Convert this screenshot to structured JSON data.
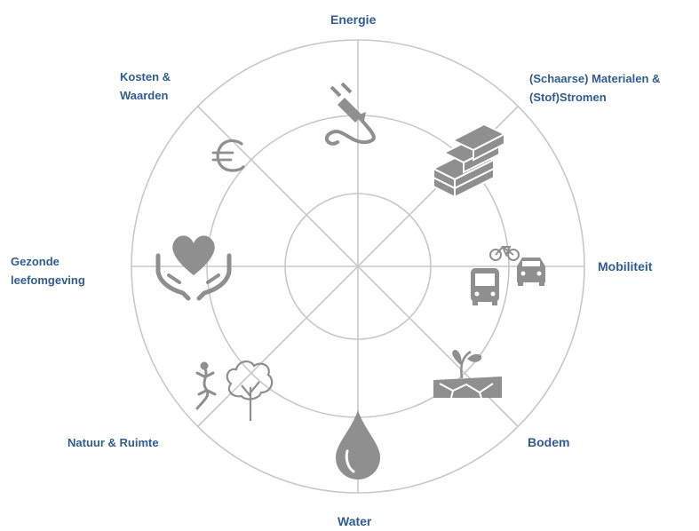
{
  "theme": {
    "label_color": "#2e5c95",
    "ring_color": "#c8c8c8",
    "icon_color": "#8f8f8f"
  },
  "segments": [
    {
      "key": "energie",
      "lines": [
        "Energie"
      ],
      "icon": "plug-icon"
    },
    {
      "key": "materialen",
      "lines": [
        "(Schaarse) Materialen &",
        "(Stof)Stromen"
      ],
      "icon": "bricks-icon"
    },
    {
      "key": "mobiliteit",
      "lines": [
        "Mobiliteit"
      ],
      "icon": "vehicles-icon"
    },
    {
      "key": "bodem",
      "lines": [
        "Bodem"
      ],
      "icon": "cracked-soil-sprout-icon"
    },
    {
      "key": "water",
      "lines": [
        "Water"
      ],
      "icon": "water-drop-icon"
    },
    {
      "key": "natuur",
      "lines": [
        "Natuur & Ruimte"
      ],
      "icon": "lizard-tree-icon"
    },
    {
      "key": "gezonde",
      "lines": [
        "Gezonde",
        "leefomgeving"
      ],
      "icon": "hands-heart-icon"
    },
    {
      "key": "kosten",
      "lines": [
        "Kosten &",
        "Waarden"
      ],
      "icon": "euro-icon"
    }
  ]
}
